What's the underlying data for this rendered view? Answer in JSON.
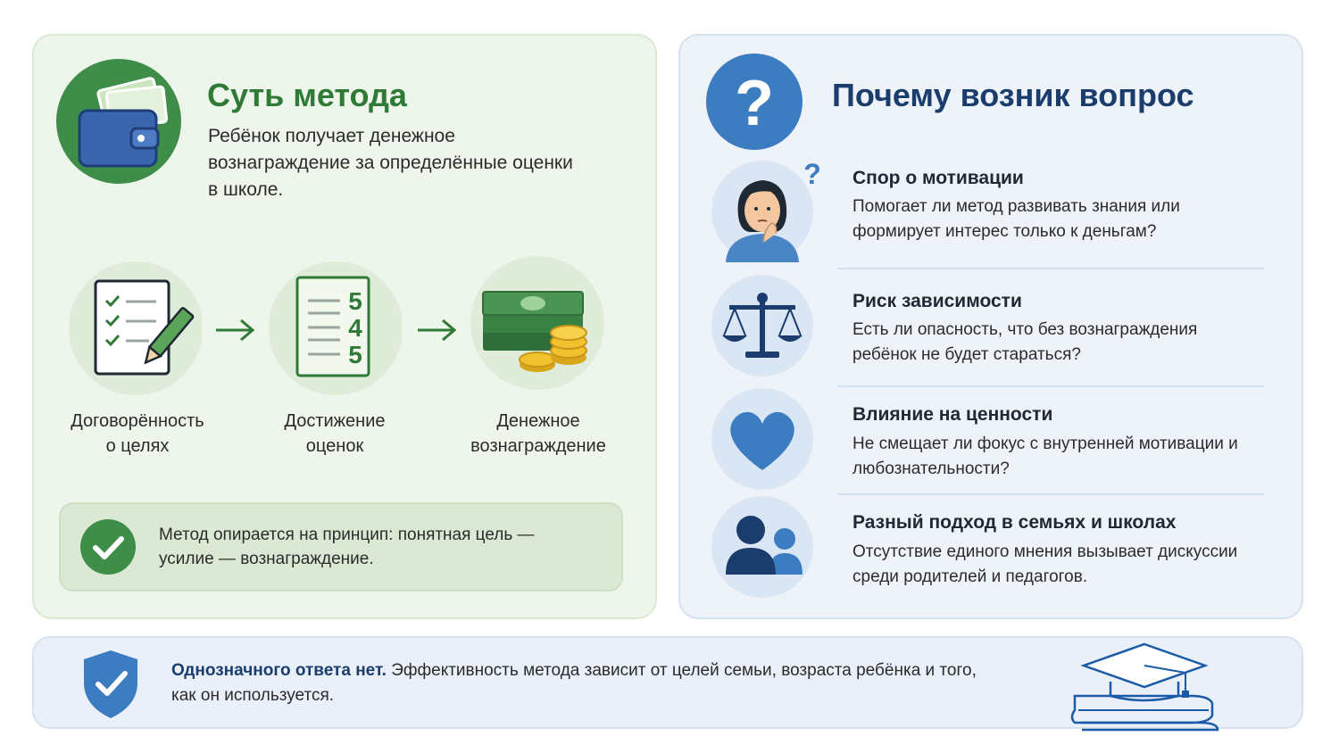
{
  "left": {
    "title": "Суть метода",
    "description": "Ребёнок получает денежное вознаграждение за определённые оценки в школе.",
    "steps": [
      {
        "icon": "checklist-icon",
        "line1": "Договорённость",
        "line2": "о целях"
      },
      {
        "icon": "grades-icon",
        "line1": "Достижение",
        "line2": "оценок",
        "grades": [
          "5",
          "4",
          "5"
        ]
      },
      {
        "icon": "money-icon",
        "line1": "Денежное",
        "line2": "вознаграждение"
      }
    ],
    "principle": "Метод опирается на принцип: понятная цель — усилие — вознаграждение."
  },
  "right": {
    "title": "Почему возник вопрос",
    "reasons": [
      {
        "icon": "thinking-person-icon",
        "title": "Спор о мотивации",
        "text": "Помогает ли метод развивать знания или формирует интерес только к деньгам?"
      },
      {
        "icon": "scales-icon",
        "title": "Риск зависимости",
        "text": "Есть ли опасность, что без вознаграждения ребёнок не будет стараться?"
      },
      {
        "icon": "heart-icon",
        "title": "Влияние на ценности",
        "text": "Не смещает ли фокус с внутренней мотивации и любознательности?"
      },
      {
        "icon": "people-icon",
        "title": "Разный подход в семьях и школах",
        "text": "Отсутствие единого мнения вызывает дискуссии среди родителей и педагогов."
      }
    ]
  },
  "bottom": {
    "strong": "Однозначного ответа нет.",
    "text": " Эффективность метода зависит от целей семьи, возраста ребёнка и того, как он используется."
  },
  "colors": {
    "green": "#3e8d48",
    "green_title": "#2f7a37",
    "blue": "#3c7cc0",
    "navy": "#1b3d6e"
  }
}
